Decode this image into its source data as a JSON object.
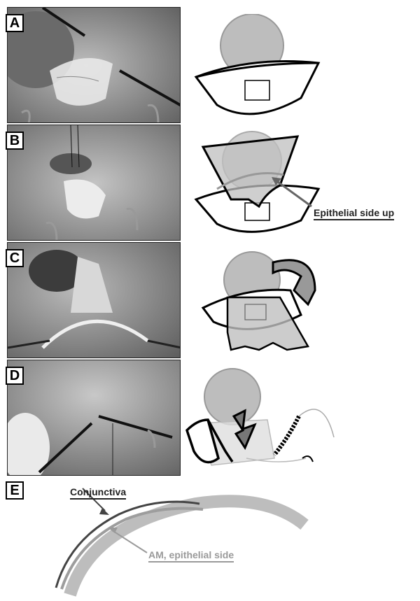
{
  "panels": [
    {
      "label": "A"
    },
    {
      "label": "B",
      "callout": "Epithelial side up"
    },
    {
      "label": "C"
    },
    {
      "label": "D"
    },
    {
      "label": "E",
      "callouts": {
        "conjunctiva": "Conjunctiva",
        "am": "AM, epithelial side"
      }
    }
  ]
}
